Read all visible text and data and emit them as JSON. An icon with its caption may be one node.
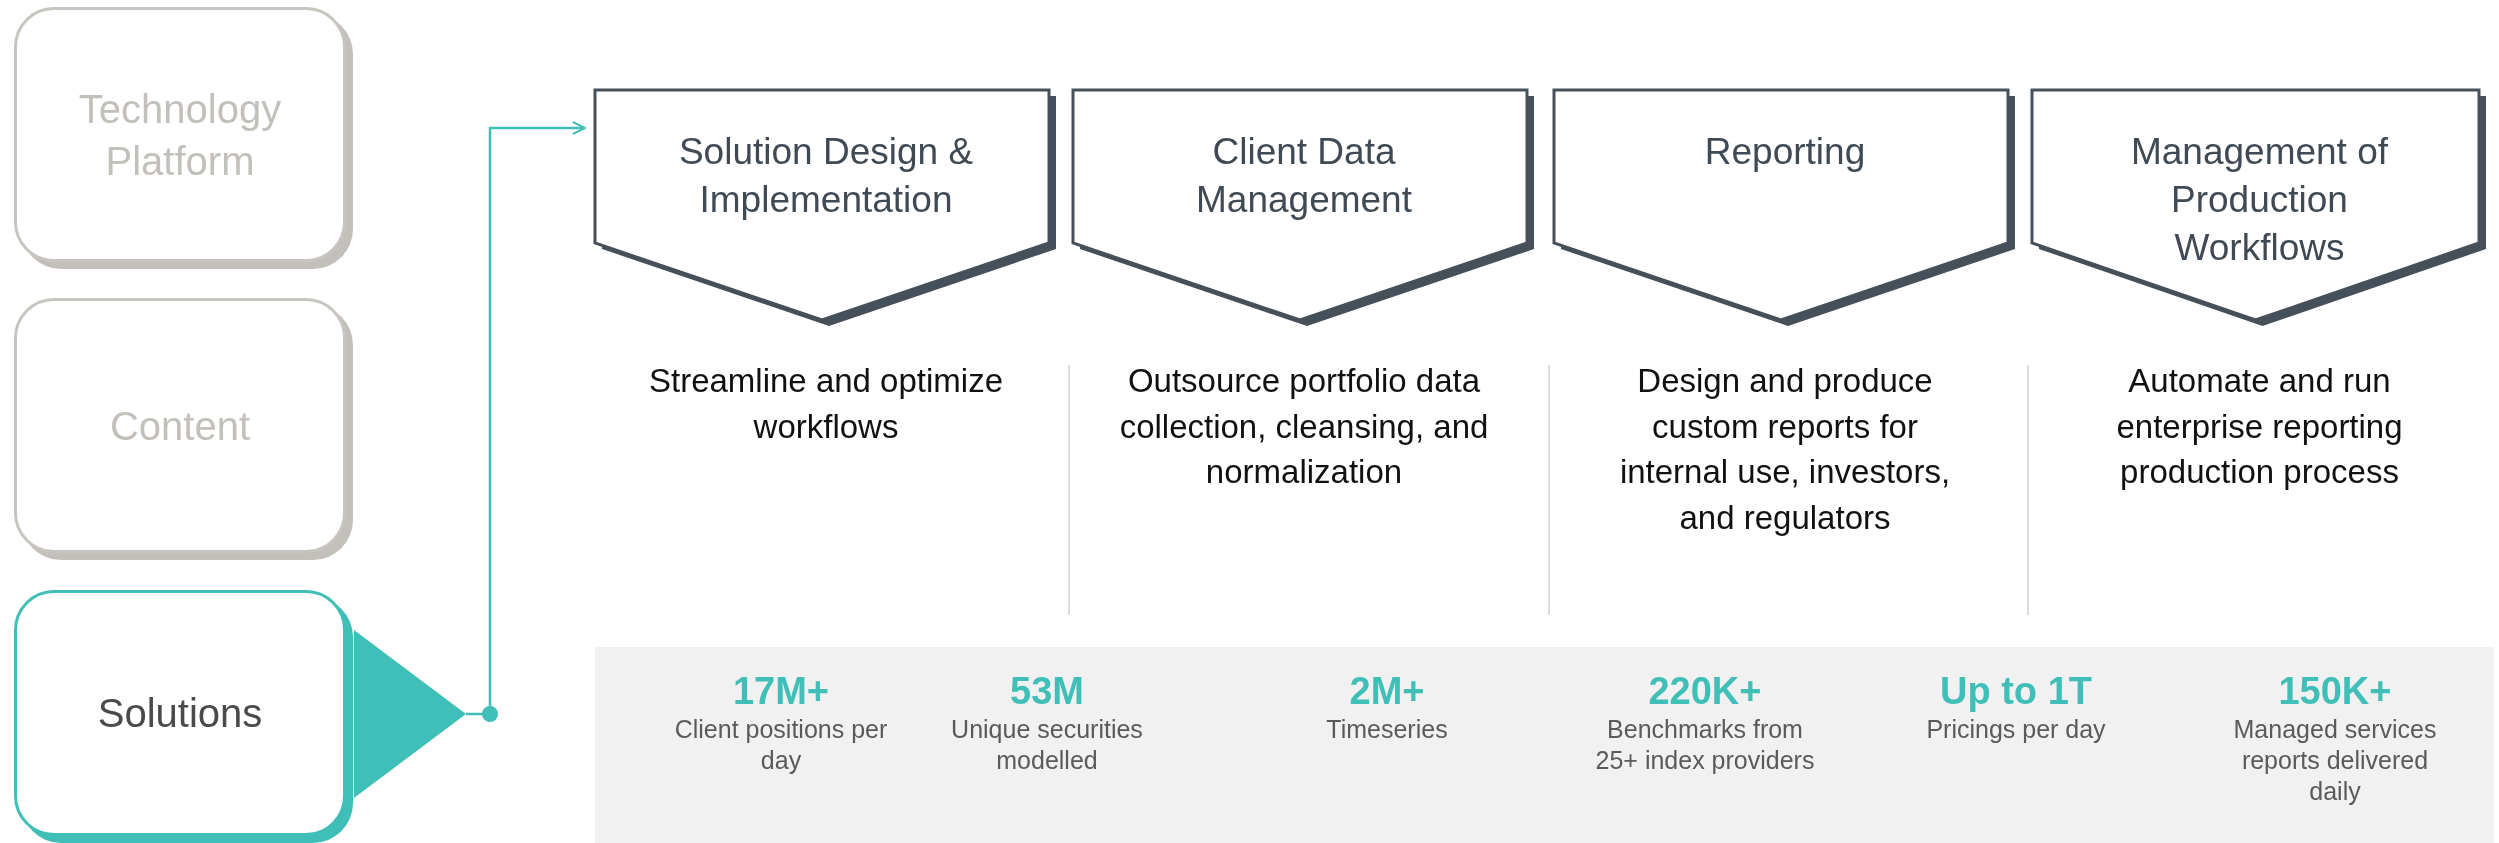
{
  "diagram": {
    "nodes": [
      {
        "text": [
          "Technology Platform"
        ]
      },
      {
        "text": [
          "Content"
        ]
      },
      {
        "text": [
          "Solutions"
        ]
      },
      {
        "text": [],
        "shape": "triangle"
      },
      {
        "text": [
          "Solution Design & Implementation"
        ],
        "beside": [
          "Streamline and optimize workflows"
        ]
      },
      {
        "text": [
          "Client Data Management"
        ],
        "beside": [
          "Outsource portfolio data collection, cleansing, and normalization"
        ]
      },
      {
        "text": [
          "Reporting"
        ],
        "beside": [
          "Design and produce custom reports for internal use, investors, and regulators"
        ]
      },
      {
        "text": [
          "Management of Production Workflows"
        ],
        "beside": [
          "Automate and run enterprise reporting production process"
        ]
      }
    ],
    "edges": [
      {
        "from": 3,
        "to": 4,
        "arrow": "to"
      }
    ],
    "labels": [
      "17M+",
      "Client positions per day",
      "53M",
      "Unique securities modelled",
      "2M+",
      "Timeseries",
      "220K+",
      "Benchmarks from 25+ index providers",
      "Up to 1T",
      "Pricings per day",
      "150K+",
      "Managed services reports delivered daily"
    ]
  }
}
